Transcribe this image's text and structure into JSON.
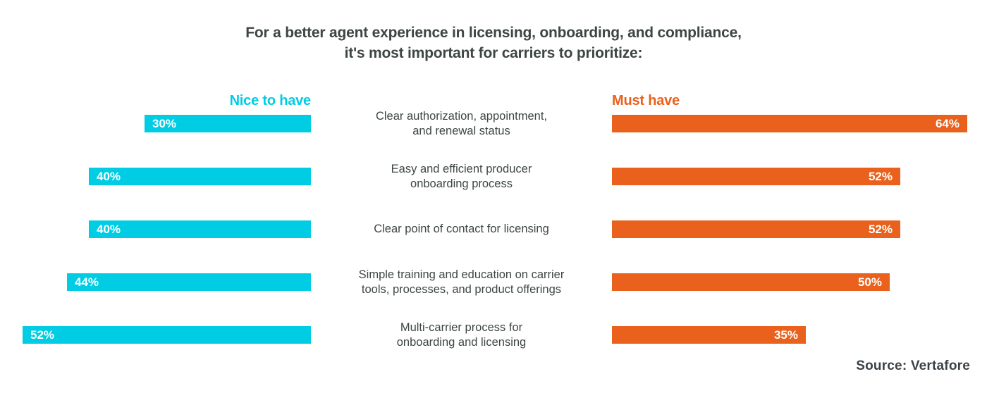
{
  "chart_data": {
    "type": "bar",
    "subtype": "diverging-horizontal-butterfly",
    "title": "For a better agent experience in licensing, onboarding, and compliance,\nit's most important for carriers to prioritize:",
    "title_color": "#3d4644",
    "value_suffix": "%",
    "axis": {
      "grid": false,
      "value_range_percent": [
        0,
        64
      ]
    },
    "series": [
      {
        "name": "Nice to have",
        "color": "#00cde4",
        "side": "left",
        "values": [
          30,
          40,
          40,
          44,
          52
        ]
      },
      {
        "name": "Must have",
        "color": "#e9611c",
        "side": "right",
        "values": [
          64,
          52,
          52,
          50,
          35
        ]
      }
    ],
    "categories": [
      "Clear authorization, appointment,\nand renewal status",
      "Easy and efficient producer\nonboarding process",
      "Clear point of contact for licensing",
      "Simple training and education on carrier\ntools, processes, and product offerings",
      "Multi-carrier process for\nonboarding and licensing"
    ],
    "rows": [
      {
        "category": "Clear authorization, appointment,\nand renewal status",
        "nice_value": 30,
        "nice_label": "30%",
        "must_value": 64,
        "must_label": "64%"
      },
      {
        "category": "Easy and efficient producer\nonboarding process",
        "nice_value": 40,
        "nice_label": "40%",
        "must_value": 52,
        "must_label": "52%"
      },
      {
        "category": "Clear point of contact for licensing",
        "nice_value": 40,
        "nice_label": "40%",
        "must_value": 52,
        "must_label": "52%"
      },
      {
        "category": "Simple training and education on carrier\ntools, processes, and product offerings",
        "nice_value": 44,
        "nice_label": "44%",
        "must_value": 50,
        "must_label": "50%"
      },
      {
        "category": "Multi-carrier process for\nonboarding and licensing",
        "nice_value": 52,
        "nice_label": "52%",
        "must_value": 35,
        "must_label": "35%"
      }
    ],
    "legend": {
      "nice_header": "Nice to have",
      "must_header": "Must have"
    },
    "source": "Source: Vertafore"
  }
}
